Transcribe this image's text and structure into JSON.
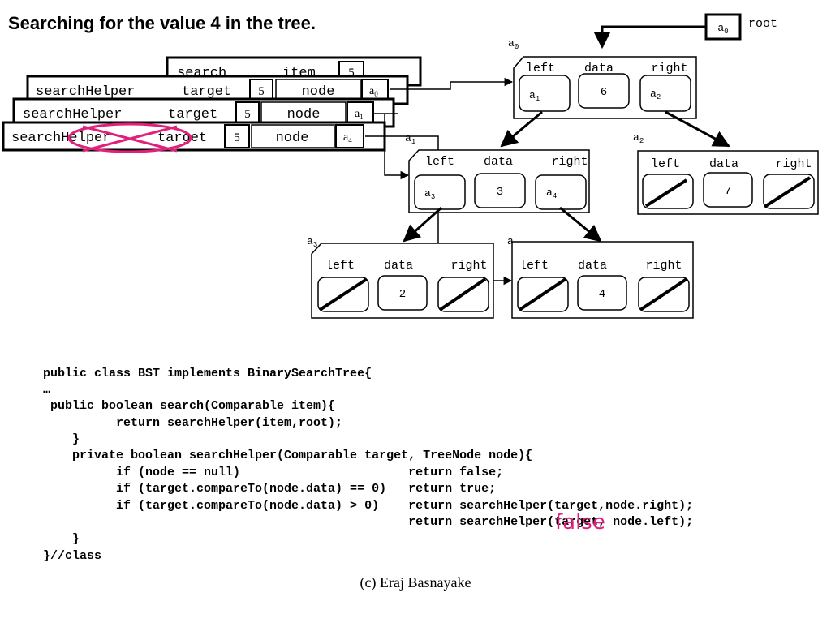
{
  "title": "Searching for the value 4 in the tree.",
  "root_label": "root",
  "root_ref": "a0",
  "frames": [
    {
      "method": "search",
      "param": "item",
      "value": "5",
      "extra": "",
      "ref": ""
    },
    {
      "method": "searchHelper",
      "param": "target",
      "value": "5",
      "extra": "node",
      "ref": "a0"
    },
    {
      "method": "searchHelper",
      "param": "target",
      "value": "5",
      "extra": "node",
      "ref": "a1"
    },
    {
      "method": "searchHelper",
      "param": "target",
      "value": "5",
      "extra": "node",
      "ref": "a4"
    }
  ],
  "field_labels": {
    "left": "left",
    "data": "data",
    "right": "right"
  },
  "nodes": [
    {
      "id": "a0",
      "data": "6",
      "left": "a1",
      "right": "a2"
    },
    {
      "id": "a1",
      "data": "3",
      "left": "a3",
      "right": "a4"
    },
    {
      "id": "a2",
      "data": "7",
      "left": null,
      "right": null
    },
    {
      "id": "a3",
      "data": "2",
      "left": null,
      "right": null
    },
    {
      "id": "a4",
      "data": "4",
      "left": null,
      "right": null
    }
  ],
  "code_lines": [
    "public class BST implements BinarySearchTree{",
    "…",
    " public boolean search(Comparable item){",
    "          return searchHelper(item,root);",
    "    }",
    "    private boolean searchHelper(Comparable target, TreeNode node){",
    "          if (node == null)                       return false;",
    "          if (target.compareTo(node.data) == 0)   return true;",
    "          if (target.compareTo(node.data) > 0)    return searchHelper(target,node.right);",
    "                                                  return searchHelper(target, node.left);",
    "    }",
    "}//class"
  ],
  "annotation": "false",
  "footer": "(c) Eraj Basnayake",
  "colors": {
    "annotation": "#e0207a",
    "stroke": "#000000"
  }
}
